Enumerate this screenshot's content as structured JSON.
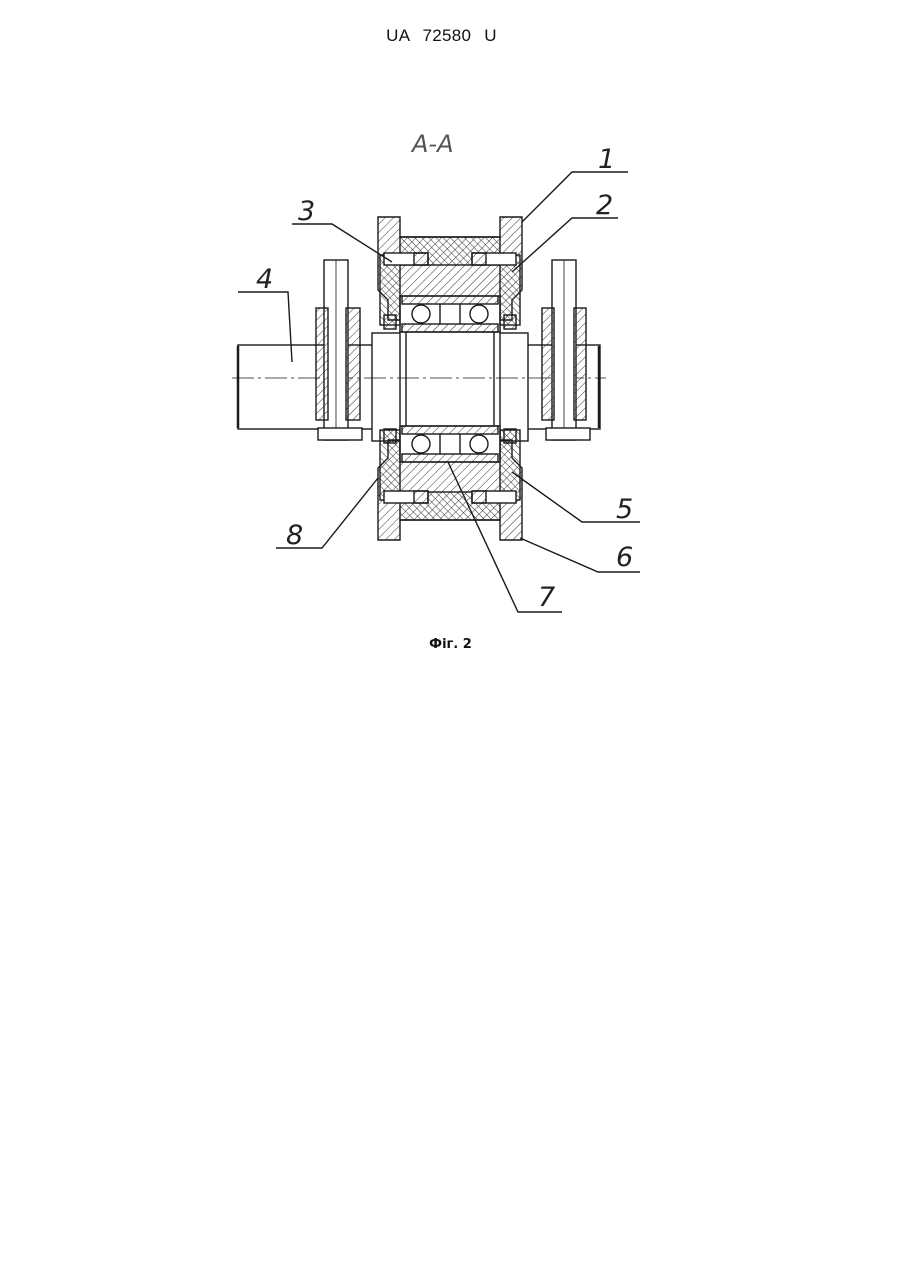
{
  "header": {
    "doc_number": "UA 72580 U"
  },
  "figure": {
    "section_label": "A-A",
    "callouts": [
      "1",
      "2",
      "3",
      "4",
      "5",
      "6",
      "7",
      "8"
    ],
    "caption": "Фіг. 2",
    "line_color": "#1a1a1a"
  }
}
